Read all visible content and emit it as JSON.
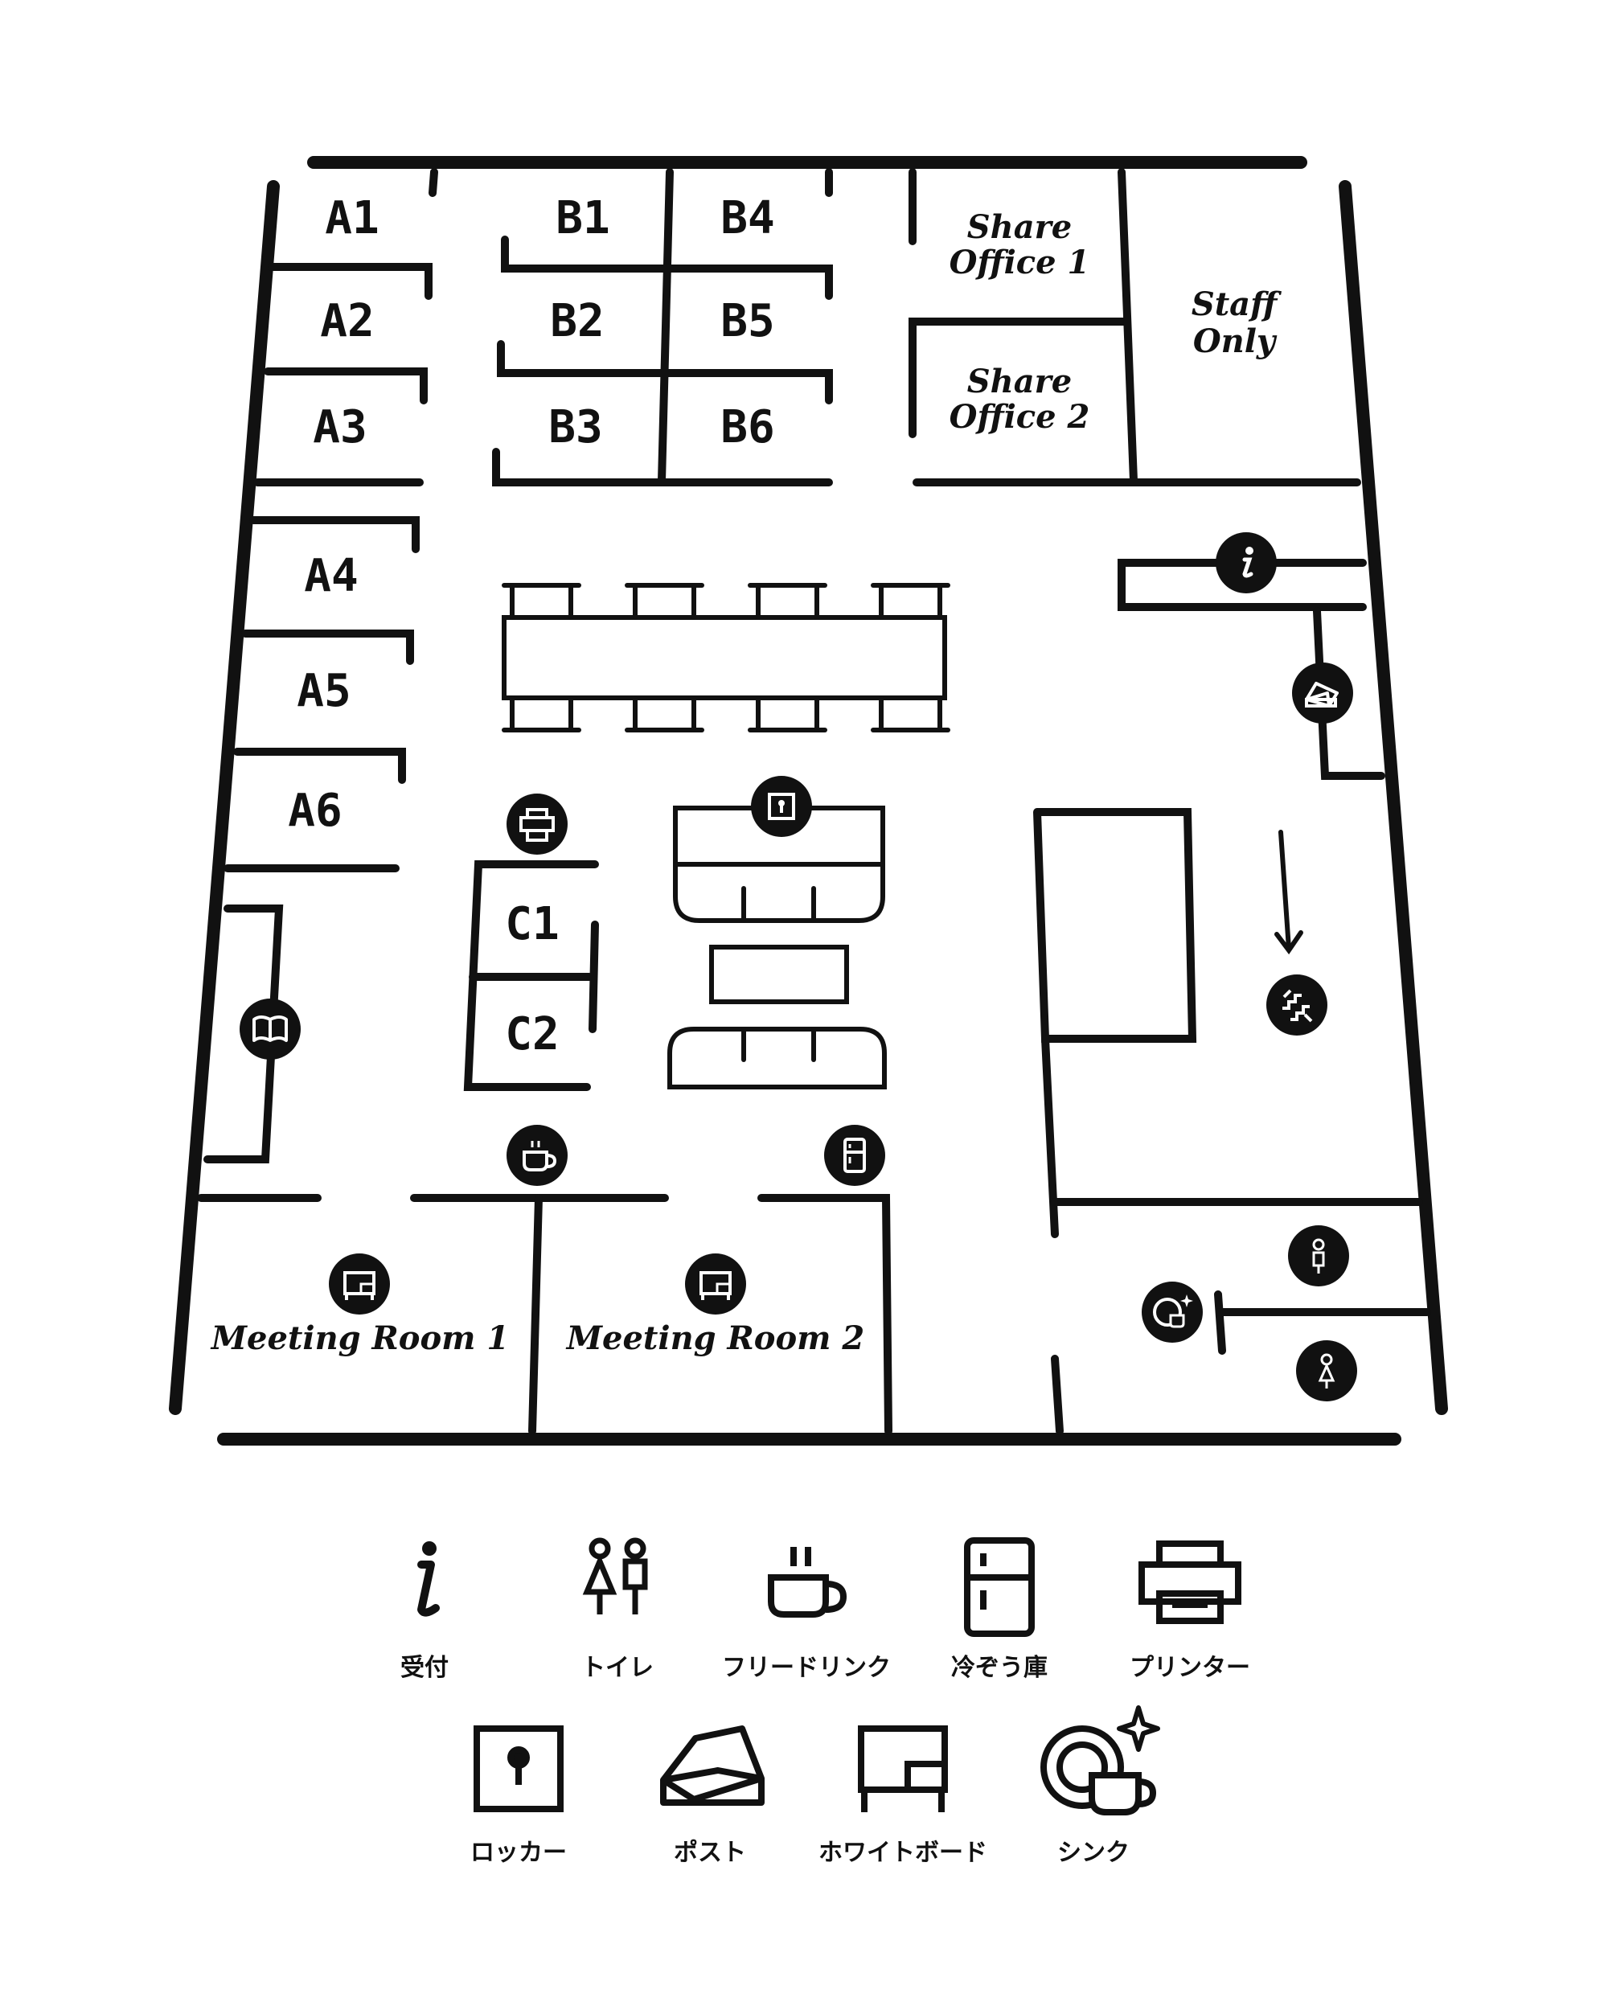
{
  "rooms": {
    "a1": "A1",
    "a2": "A2",
    "a3": "A3",
    "a4": "A4",
    "a5": "A5",
    "a6": "A6",
    "b1": "B1",
    "b2": "B2",
    "b3": "B3",
    "b4": "B4",
    "b5": "B5",
    "b6": "B6",
    "c1": "C1",
    "c2": "C2",
    "share1_l1": "Share",
    "share1_l2": "Office 1",
    "share2_l1": "Share",
    "share2_l2": "Office 2",
    "staff_l1": "Staff",
    "staff_l2": "Only",
    "meeting1": "Meeting Room 1",
    "meeting2": "Meeting Room 2"
  },
  "map_icons": [
    "info-icon",
    "post-icon",
    "stairs-icon",
    "printer-icon",
    "locker-icon",
    "book-icon",
    "coffee-icon",
    "fridge-icon",
    "whiteboard-icon",
    "sink-icon",
    "toilet-male-icon",
    "toilet-female-icon"
  ],
  "legend": {
    "row1": [
      {
        "icon": "info-icon",
        "label": "受付"
      },
      {
        "icon": "toilet-icon",
        "label": "トイレ"
      },
      {
        "icon": "coffee-icon",
        "label": "フリードリンク"
      },
      {
        "icon": "fridge-icon",
        "label": "冷ぞう庫"
      },
      {
        "icon": "printer-icon",
        "label": "プリンター"
      }
    ],
    "row2": [
      {
        "icon": "locker-icon",
        "label": "ロッカー"
      },
      {
        "icon": "post-icon",
        "label": "ポスト"
      },
      {
        "icon": "whiteboard-icon",
        "label": "ホワイトボード"
      },
      {
        "icon": "sink-icon",
        "label": "シンク"
      }
    ]
  }
}
